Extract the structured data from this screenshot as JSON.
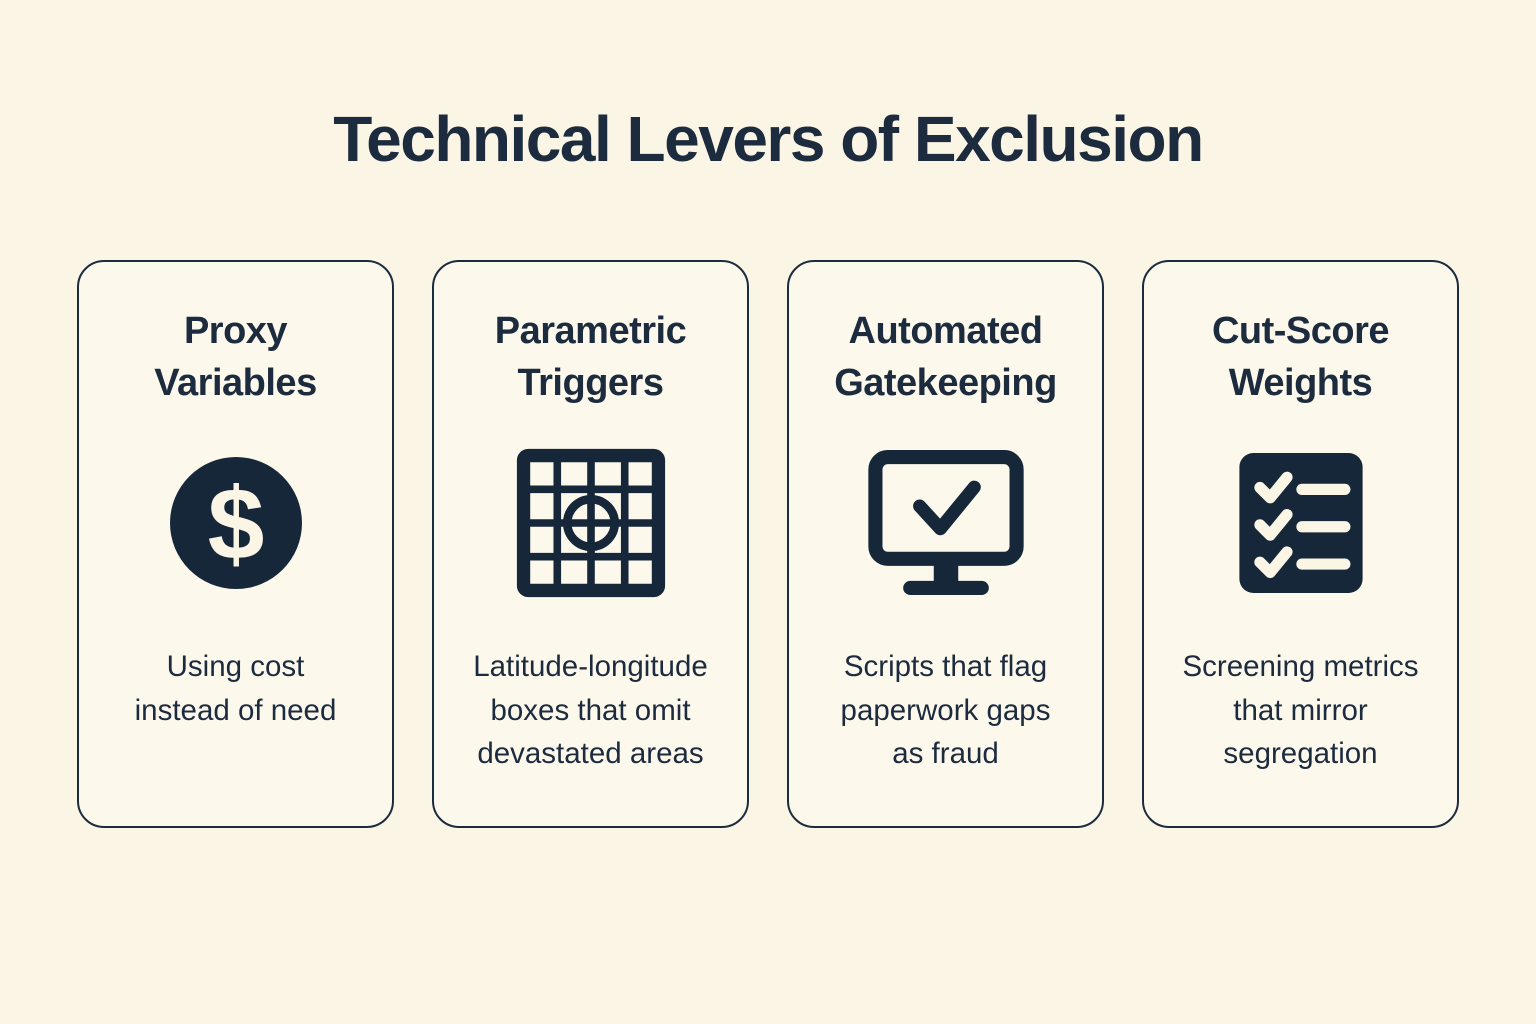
{
  "header": {
    "title": "Technical Levers of Exclusion"
  },
  "colors": {
    "background": "#fbf5e6",
    "card_background": "#fcf8ec",
    "ink": "#1c2b3e",
    "icon_ink": "#16273a",
    "icon_glyph": "#fbf5e6"
  },
  "cards": [
    {
      "title": "Proxy Variables",
      "icon": "dollar-coin-icon",
      "description_lines": [
        "Using cost",
        "instead of need"
      ]
    },
    {
      "title": "Parametric Triggers",
      "icon": "grid-target-icon",
      "description_lines": [
        "Latitude-longitude",
        "boxes that omit",
        "devastated areas"
      ]
    },
    {
      "title": "Automated Gatekeeping",
      "icon": "monitor-check-icon",
      "description_lines": [
        "Scripts that flag",
        "paperwork gaps",
        "as fraud"
      ]
    },
    {
      "title": "Cut-Score Weights",
      "icon": "checklist-icon",
      "description_lines": [
        "Screening metrics",
        "that mirror",
        "segregation"
      ]
    }
  ]
}
